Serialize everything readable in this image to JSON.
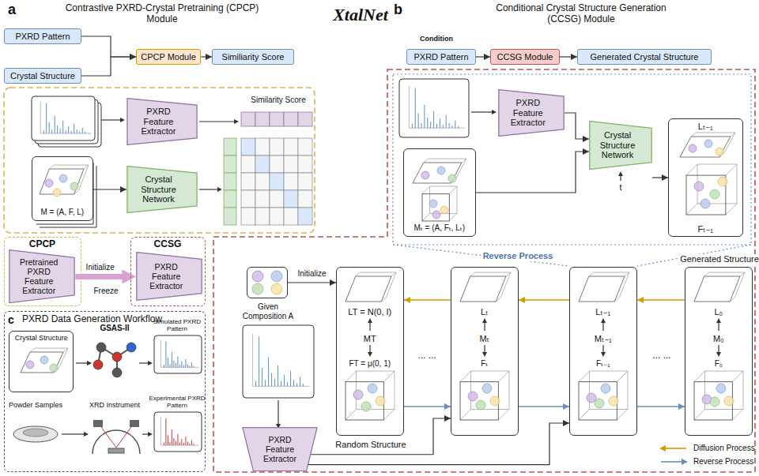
{
  "diagram": {
    "title": "XtalNet",
    "nodes": [
      {
        "text": [
          "PXRD Pattern"
        ]
      },
      {
        "text": [
          "Crystal Structure"
        ]
      },
      {
        "text": [
          "CPCP Module"
        ]
      },
      {
        "text": [
          "Similiarity Score"
        ]
      },
      {
        "text": [
          "M = (A, F, L)"
        ]
      },
      {
        "text": [
          "PXRD Feature Extractor"
        ]
      },
      {
        "text": [
          "Crystal Structure Network"
        ]
      },
      {
        "text": [
          "CPCP"
        ]
      },
      {
        "text": [
          "Pretrained PXRD Feature Extractor"
        ],
        "in": 7
      },
      {
        "text": [
          "CCSG"
        ]
      },
      {
        "text": [
          "PXRD Feature Extractor"
        ],
        "in": 9
      },
      {
        "text": [
          "PXRD Data Generation Workflow"
        ]
      },
      {
        "text": [
          "Crystal Structure"
        ],
        "in": 11
      },
      {
        "text": [
          "PXRD Pattern"
        ]
      },
      {
        "text": [
          "CCSG Module"
        ]
      },
      {
        "text": [
          "Generated Crystal Structure"
        ]
      },
      {
        "text": [
          "PXRD Feature Extractor"
        ]
      },
      {
        "text": [
          "Mₜ = (A, Fₜ, Lₜ)"
        ]
      },
      {
        "text": [
          "Crystal Structure Network"
        ]
      },
      {
        "text": [
          "Lₜ₋₁",
          "Fₜ₋₁"
        ]
      },
      {
        "text": [
          "Given Composition A"
        ]
      },
      {
        "text": [
          "LT = N(0, I)",
          "MT",
          "FT = μ(0, 1)",
          "Random Structure"
        ]
      },
      {
        "text": [
          "Lₜ",
          "Mₜ",
          "Fₜ"
        ]
      },
      {
        "text": [
          "Lₜ₋₁",
          "Mₜ₋₁",
          "Fₜ₋₁"
        ]
      },
      {
        "text": [
          "Generated Structure",
          "L₀",
          "M₀",
          "F₀"
        ]
      },
      {
        "text": [
          "PXRD Feature Extractor"
        ]
      }
    ],
    "edges": [
      {
        "from": 0,
        "to": 2,
        "arrow": "to"
      },
      {
        "from": 1,
        "to": 2,
        "arrow": "to"
      },
      {
        "from": 2,
        "to": 3,
        "arrow": "to"
      },
      {
        "from": 4,
        "to": 6,
        "arrow": "to"
      },
      {
        "from": 8,
        "to": 10,
        "label": "Initialize",
        "arrow": "to"
      },
      {
        "from": 13,
        "to": 14,
        "arrow": "to"
      },
      {
        "from": 14,
        "to": 15,
        "arrow": "to"
      },
      {
        "from": 16,
        "to": 18,
        "arrow": "to"
      },
      {
        "from": 17,
        "to": 18,
        "arrow": "to"
      },
      {
        "from": 18,
        "to": 19,
        "arrow": "to"
      },
      {
        "from": 20,
        "to": 21,
        "label": "Initialize",
        "arrow": "to"
      },
      {
        "from": 21,
        "to": 22,
        "arrow": "to"
      },
      {
        "from": 22,
        "to": 21,
        "arrow": "to"
      },
      {
        "from": 22,
        "to": 23,
        "arrow": "to"
      },
      {
        "from": 23,
        "to": 22,
        "arrow": "to"
      },
      {
        "from": 23,
        "to": 24,
        "arrow": "to"
      },
      {
        "from": 24,
        "to": 23,
        "arrow": "to"
      },
      {
        "from": 25,
        "to": 22,
        "arrow": "to"
      },
      {
        "from": 25,
        "to": 23,
        "arrow": "to"
      }
    ],
    "labels": [
      "a",
      "Contrastive PXRD-Crystal Pretraining (CPCP) Module",
      "b",
      "Conditional Crystal Structure Generation (CCSG) Module",
      "Similarity Score",
      "Freeze",
      "c",
      "GSAS-II",
      "Simulated PXRD Pattern",
      "Powder Samples",
      "XRD Instrument",
      "Experimental PXRD Pattern",
      "Condition",
      "t",
      "Reverse Process",
      "... ...",
      "... ..."
    ],
    "legend": [
      {
        "text": "Diffusion Process"
      },
      {
        "text": "Reverse Process"
      }
    ]
  }
}
